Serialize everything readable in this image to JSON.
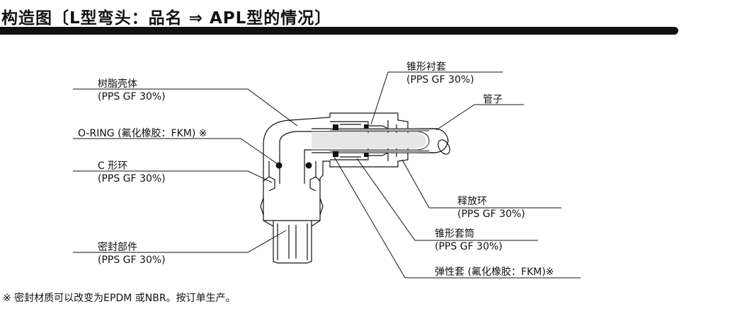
{
  "title": "构造图〔L型弯头：品名 ⇒ APL型的情况〕",
  "labels": {
    "resin_body": {
      "name": "树脂壳体",
      "spec": "(PPS GF 30%)"
    },
    "oring": {
      "name": "O-RING (氟化橡胶：FKM) ※"
    },
    "c_ring": {
      "name": "C 形环",
      "spec": "(PPS GF 30%)"
    },
    "seal_part": {
      "name": "密封部件",
      "spec": "(PPS GF 30%)"
    },
    "cone_bush": {
      "name": "锥形衬套",
      "spec": "(PPS GF 30%)"
    },
    "tube": {
      "name": "管子"
    },
    "release_ring": {
      "name": "释放环",
      "spec": "(PPS GF 30%)"
    },
    "cone_sleeve": {
      "name": "锥形套筒",
      "spec": "(PPS GF 30%)"
    },
    "elastic_sleeve": {
      "name": "弹性套 (氟化橡胶：FKM)※"
    }
  },
  "footnote": "※ 密封材质可以改变为EPDM 或NBR。按订单生产。"
}
